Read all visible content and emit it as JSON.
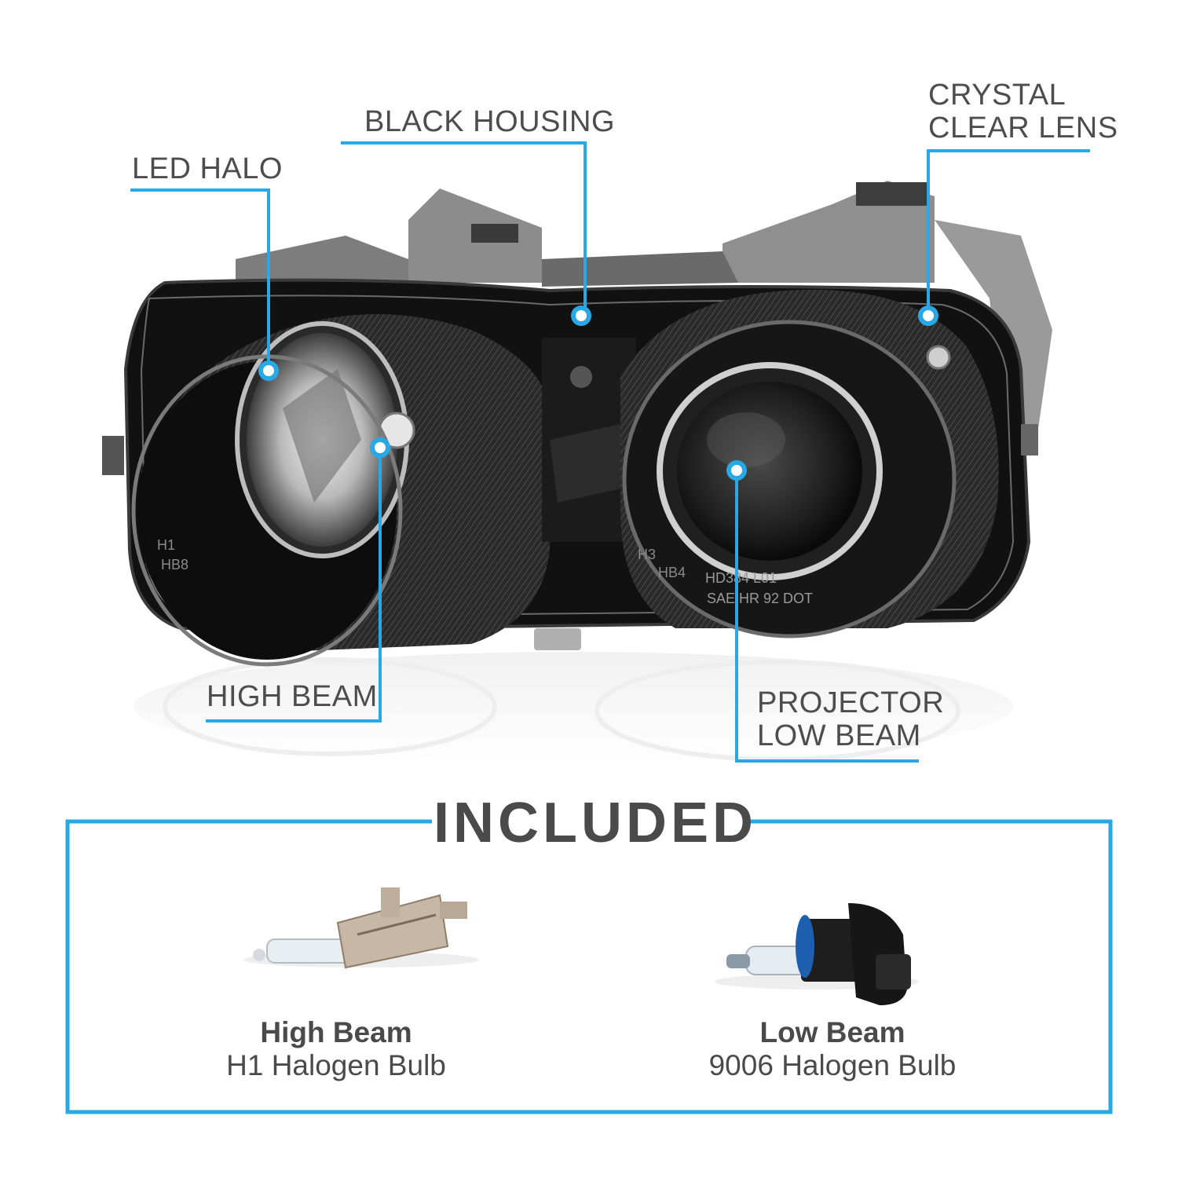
{
  "colors": {
    "accent": "#29a8e6",
    "text": "#4a4a4a",
    "housing": "#1a1a1a",
    "bracket": "#8a8a8a"
  },
  "callouts": {
    "led_halo": "LED HALO",
    "black_housing": "BLACK HOUSING",
    "crystal_clear_lens": [
      "CRYSTAL",
      "CLEAR LENS"
    ],
    "high_beam": "HIGH BEAM",
    "projector_low_beam": [
      "PROJECTOR",
      "LOW BEAM"
    ]
  },
  "lens_markings": {
    "left": [
      "H1",
      "HB8"
    ],
    "right": [
      "H3",
      "HB4"
    ],
    "code": [
      "HD384  L01",
      "SAE  HR  92  DOT"
    ]
  },
  "included": {
    "title": "INCLUDED",
    "items": [
      {
        "title": "High Beam",
        "subtitle": "H1 Halogen Bulb",
        "icon": "h1-bulb-icon"
      },
      {
        "title": "Low Beam",
        "subtitle": "9006 Halogen Bulb",
        "icon": "9006-bulb-icon"
      }
    ]
  }
}
